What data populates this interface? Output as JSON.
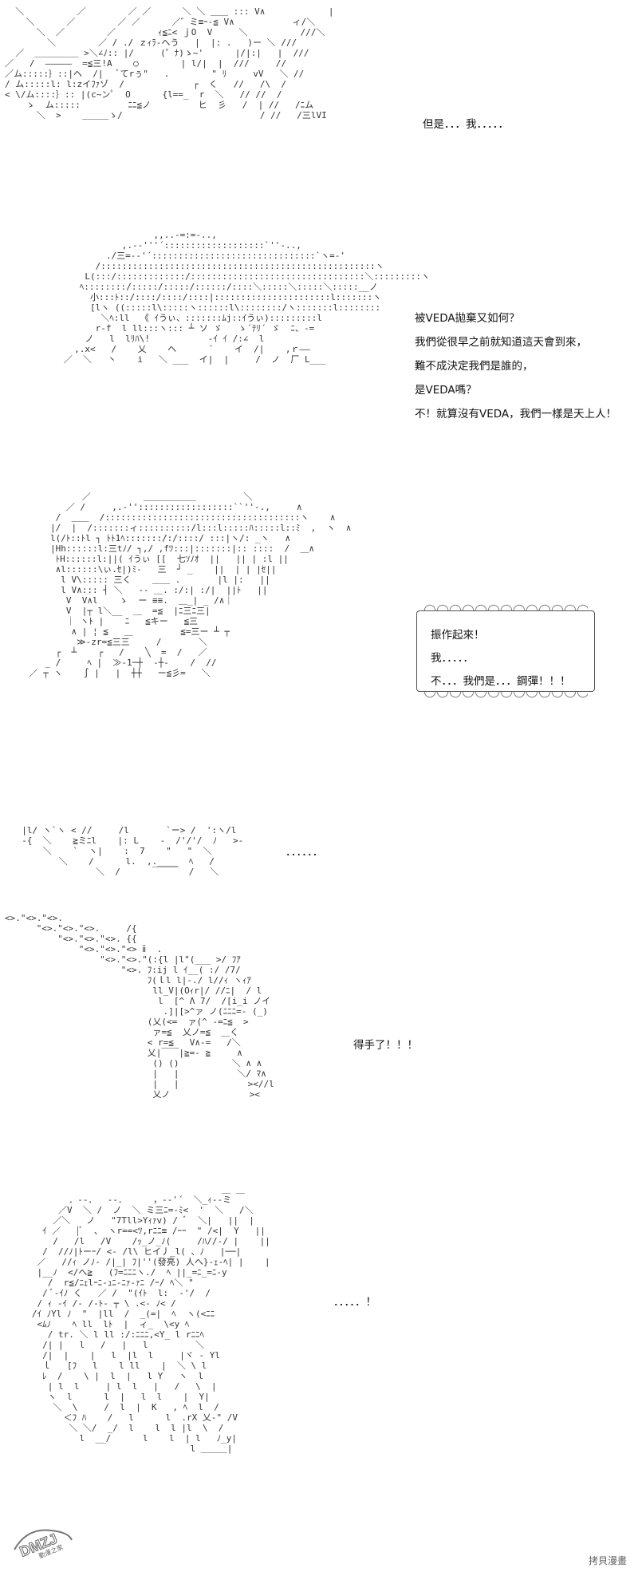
{
  "panels": [
    {
      "id": "p1",
      "lines": [
        "但是．．．我．．．．．"
      ]
    },
    {
      "id": "p2",
      "lines": [
        "被VEDA拋棄又如何？",
        "我們從很早之前就知道這天會到來，",
        "難不成決定我們是誰的，",
        "是VEDA嗎？",
        "不！就算沒有VEDA，我們一樣是天上人！"
      ]
    },
    {
      "id": "p3",
      "lines": [
        "振作起來！",
        "我．．．．．",
        "不．．．我們是．．．鋼彈！！！"
      ]
    },
    {
      "id": "p4",
      "lines": [
        "．．．．．．"
      ]
    },
    {
      "id": "p5",
      "lines": [
        "得手了！！！"
      ]
    },
    {
      "id": "p6",
      "lines": [
        "．．．．．！"
      ]
    }
  ],
  "art": {
    "p1": "  ＼          ／        ／ ／      ＼ ＼ ＿＿ ::: V∧            |\n    ＼      ／        ／ ／      ／゛ミ≡ｰ-≦ V∧           ィ/＼\n      ＼  ／        ／        ｨ≦ﾆ< ｊO  V     ＼          ///＼\n        ＼        ／ / ./ ｚｨﾗ-ヘう   |  |: .   )ー ＼ ///\n  ／  ＿＿＿＿＿ >＼∠ﾉ:: |/     (゜ﾅ)ゝ~'      |/|:|   |  ///\n／   /  ―――――  =≦三!A    ○        | l/|  |  ///     //\n／ム:::::｝::|ヘ  /|   ﾞてrぅ\"   .        \" ﾘ     vV   ＼ //\n/ ム:::::l: l:zイﾌｧゾ  /             ┌  く   //   /\\  /\n< \\/ム::::｝:: |(c~ンﾟ  O      {l==_  r  ＼   // //  /\n    ゝ  ム:::::         ﾆﾆ≦ノ         ヒ  彡   /  | //   /ﾆム\n      ＼  >    ＿＿＿ゝ/                          / //   /三lVI",
    "p2": "                    ,,..-=:=-..,\n              ,.-‐'''´:::::::::::::::::::`''-..,\n           ./三=-‐'´:::::::::::::::::::::::::::::::`ヽ=‐'\n         /::::::::::::::::::::::::::::::::::::::::::::::::::::ヽ\n       L(:::/:::::::::::::/:::::::::::::::::::::::::::::::::＼:::::::::ヽ\n      ﾍ::::::::/:::::/:::::/::::::/::::＼:::::＼:::::＼:::::__ノ\n        小:::ﾄ::/::::/::::/::::|::::::::::::::::::::::l:::::::ヽ\n        [lヽ ((:::::l\\:::::ヽ::::::l\\::::::::/ヽ:::::::l::::::::\n          ＼ﾍ:ll  《 ｲうぃ、:::::::ﾑj::ｲうぃ):::::::::l\n         r-f  l ll:::ヽ::: ┴ ソ ゞ   ゝ´ﾃﾘ´ ゞ  ﾆ、-=\n       ノ   l  lﾘﾊ\\!           -ｲ ｲ /:∠  l\n     ,.x<   /    乂    ヘ      ´    イ  /|    ,ｒ――\n   ／  ＼   丶    i   ＼ ___  イ|  |     /  ノ  厂 L___",
    "p3": "              ／          ＿＿＿＿＿＿         ＼\n           ／ /     ,.-''::::::::::::::::::``''-.,     ∧\n         /  ＿＿  /:::::::::::::::::::::::::::::::::::::ヽ    ∧\n        |/  |  /:::::::ィ::::::::::/l:::l:::::ﾊ:::::l::ﾐ  ,  ヽ  ∧\n        l(/ﾄ::ﾄl ┐ ﾄﾄ1ﾍ:::::::/:/::::/ :::|ヽ/: _ヽ   ∧\n        |Hh::::::l:三tﾉ/ ┐,/ ,fﾂ:::|:::::::|:: ::::  /  ＿∧\n         ﾄH::::::l:||( ｲうぃ [[  七ｿﾉｵ  ||   || | :l ||\n         ∧l::::::\\ぃ.ｾ|)ﾐ-   三  ┘ _    ||  | | |ｾ||\n          l V\\::::: 三く    ＿＿ .       |l |:   ||\n          l V∧::: ┤ ＼   ‐- ＿. :/:| :/|  ||ﾄ   ||\n           V  V∧l    ゝ  ー ≡≡.  ＿_| _ /∧｜\n           V  |┬ l＼__  ＿  =≦  |ﾆ三ﾆ三|\n           ｜ ヽﾄ |    ﾆ   ≦キー   ≦三\n            ∧ | ¦ ≦   ＿         ≦=三ー ┴ ┬\n             ≫-zr=≦三三     /       ＼\n         ┌  ┴    ┌   /    ╲  =  /   ／\n       _ ∕     ﾍ |  ≫‐1─┼  ‐┼‐    /  //\n    ／ ┬ ヽ    ∫ |   |  ┼┼   ー≦彡=   ＼",
    "p4": "  |l/ ヽ`ヽ < //     /l       `ー> /  ':ヽ/l\n  -{  ＼    ≧ミﾆl    |: L    -  /'/'/  ﾉ   >-\n      ＼    `  ヽ|    :  7    \"   \"  ＼\n         ＼    /      l.  ,.____  ﾍ   /\n                ＼  /      ￣￣￣  /   ＼",
    "p5": "<>.\"<>.\"<>.\n      \"<>.\"<>.\"<>.     /{\n          \"<>.\"<>.\"<>. {{\n              \"<>.\"<>.\"<> ⅱ  .\n                  \"<>.\"<>.\"(:{l |l\"(___ >/ ﾌｱ\n                      \"<>. ﾌ:ij l ｲ__( :/ /7/\n                           ﾌ(ｌl l|-./ l//ｨ ヽｨｱ\n                            ll_V|(Oｨr|/ //ﾆ|  / l\n                             l  [^ Λ 7/  /[i_i ノイ\n                              .]|[>^ァ ノ(ﾆﾆﾆ=- (_)\n                           (乂(<=  ァ(^ -=ﾆ≦  >\n                            ァ=≦  乂ノ=≦  ＿く\n                           < r=≦   V∧-=   /＼\n                           乂|￣￣|≧=- ≧     ∧\n                            () ()          ＼ ∧ ∧\n                            |   |           ＼/ ﾏ∧\n                            |   |             ><//l\n                            乂ノ               ><",
    "p6": "                                       ＿ ＿\n          ．--．  --．     ，-‐'´  ＼_ｨ--ミ\n        ／V  ＼ /  ノ  ＼ ミ三ﾆ=-ﾐ<  '  ＼   /＼\n       ／＼   ノ   \"7Tll>Yｨｧv) / ﾞ  ＼|   ||  |\n     ｲ ／   |ﾞ  、 ヽr==<ﾂ,rﾆﾆ≡ /ｰｰ  \" /<|  Y   ||\n       /   /l   /V    /ｯ_ノ_ﾉ(     /ﾊ//‐/ |    ||\n     /  //ﾉ|ﾄーｰ/ <- /l\\ ヒイ丿_l( 、ﾉ   |──|\n    ／   //ｨ ノﾉ- /|_| ﾌ|''(發亮) 人へ}-ｪ‐ﾍ| |    |\n    |__ﾉ  </へ≧   (ﾌ=ﾆﾆﾆヽ./  ﾍ ||_=ﾆ_=ﾆ-y\n      /  r≦/ﾆｪlｰﾆ-ｭﾆ-ﾆｧ-ｧﾆ /ｰ/ ﾍ＼ \"\n     / ﾞ-ｲﾉ く   ／ /  \"(ｲﾄ  l:  -'/  /\n    / ｨ -ｲ /- /-ﾄ- ┬ \\ .<- ﾉ< /\n   /ｲ ﾉYl ﾉ  \"  |ll  /  _(=|  ﾍ  ヽ(<ﾆﾆ\n    <ﾑﾉ    ﾍ ll  lﾄ  |  ィ_  \\<y ﾍ\n      / tr. ＼ l ll :/:ﾆﾆﾆ,<Y_ l rﾆﾆﾍ\n     /| |   l   /   |   l         ＼\n     /|  |    |   l  |l  l     |ヾ ‐ Yl\n     ｌ   [ﾌ   l    l ll    |  ＼ \\ l\n     ﾚ  /    \\ |  l  |   l Y   ヽ  l\n      | l  l     | l  l   |   /   \\  |\n      ヽ  l      l  |   l  l    |  Y|\n       ＼  \\     /  l  |  K   , ﾍ  l  /\n         ＜ﾌ ﾊ    /   l      l  .rX 乂-\" /V\n          ＼ ＼/  _/  l    l  l |l  \\  /\n            l  __/      l    l  | l   ﾉ_y|\n                                 l ＿＿＿|"
  },
  "watermark": {
    "logo": "DMZJ",
    "site": "動漫之家",
    "corner": "拷貝漫畫"
  }
}
